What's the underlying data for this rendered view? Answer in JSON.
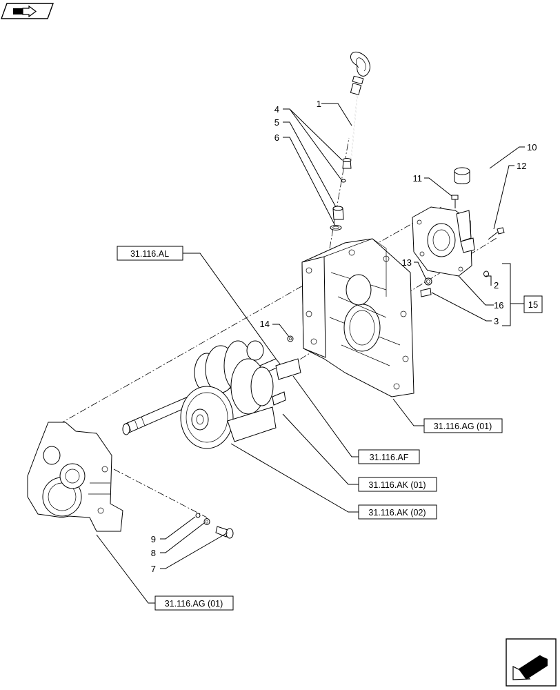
{
  "icons": {
    "top_left": "book-arrow-icon",
    "bottom_right": "next-page-arrow-icon"
  },
  "callouts": [
    {
      "id": "1",
      "label": "1"
    },
    {
      "id": "2",
      "label": "2"
    },
    {
      "id": "3",
      "label": "3"
    },
    {
      "id": "4",
      "label": "4"
    },
    {
      "id": "5",
      "label": "5"
    },
    {
      "id": "6",
      "label": "6"
    },
    {
      "id": "7",
      "label": "7"
    },
    {
      "id": "8",
      "label": "8"
    },
    {
      "id": "9",
      "label": "9"
    },
    {
      "id": "10",
      "label": "10"
    },
    {
      "id": "11",
      "label": "11"
    },
    {
      "id": "12",
      "label": "12"
    },
    {
      "id": "13",
      "label": "13"
    },
    {
      "id": "14",
      "label": "14"
    },
    {
      "id": "16",
      "label": "16"
    }
  ],
  "group_callout": {
    "label": "15"
  },
  "references": [
    {
      "id": "al",
      "label": "31.116.AL"
    },
    {
      "id": "ag1",
      "label": "31.116.AG (01)"
    },
    {
      "id": "af",
      "label": "31.116.AF"
    },
    {
      "id": "ak1",
      "label": "31.116.AK (01)"
    },
    {
      "id": "ak2",
      "label": "31.116.AK (02)"
    },
    {
      "id": "ag2",
      "label": "31.116.AG (01)"
    }
  ]
}
